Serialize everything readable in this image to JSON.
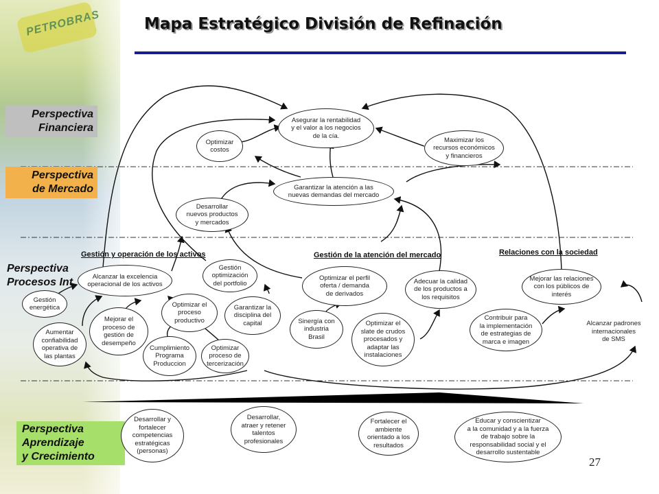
{
  "title": "Mapa Estratégico División de Refinación",
  "logo_text": "PETROBRAS",
  "page_number": "27",
  "perspectives": {
    "financiera": "Perspectiva\nFinanciera",
    "mercado": "Perspectiva\nde Mercado",
    "procesos": "Perspectiva\nProcesos Int",
    "aprendizaje": "Perspectiva\nAprendizaje\ny Crecimiento"
  },
  "sections": {
    "activos": "Gestión y operación de los activos",
    "mercado": "Gestión  de la atención del mercado",
    "sociedad": "Relaciones con  la sociedad"
  },
  "nodes": {
    "asegurar": "Asegurar la rentabilidad\ny el valor a los negocios\nde la cía.",
    "optimizar_costos": "Optimizar\ncostos",
    "maximizar": "Maximizar los\nrecursos económicos\ny financieros",
    "garantizar_atencion": "Garantizar la atención a las\nnuevas demandas del mercado",
    "desarrollar_productos": "Desarrollar\nnuevos productos\ny mercados",
    "excelencia": "Alcanzar la excelencia\noperacional de los activos",
    "portfolio": "Gestión\noptimización\ndel portfolio",
    "energetica": "Gestión\nenergética",
    "proceso_productivo": "Optimizar el\nproceso\nproductivo",
    "disciplina": "Garantizar la\ndisciplina del\ncapital",
    "confiabilidad": "Aumentar\nconfiabilidad\noperativa de\nlas plantas",
    "desempeno": "Mejorar el\nproceso de\ngestión de\ndesempeño",
    "cumplimiento": "Cumplimiento\nPrograma\nProduccion",
    "tercerizacion": "Optimizar\nproceso de\ntercerización",
    "perfil": "Optimizar el perfil\noferta / demanda\nde derivados",
    "calidad": "Adecuar la calidad\nde los productos a\nlos requisitos",
    "sinergia": "Sinergía con\nindustria\nBrasil",
    "slate": "Optimizar el\nslate de crudos\nprocesados y\nadaptar las\ninstalaciones",
    "relaciones": "Mejorar las relaciones\ncon los públicos de\ninterés",
    "contribuir": "Contribuir para\nla implementación\nde estrategias de\nmarca e imagen",
    "sms": "Alcanzar padrones\ninternacionales\nde SMS",
    "competencias": "Desarrollar y\nfortalecer\ncompetencias\nestratégicas\n(personas)",
    "talentos": "Desarrollar,\natraer y retener\ntalentos\nprofesionales",
    "ambiente": "Fortalecer el\nambiente\norientado a los\nresultados",
    "comunidad": "Educar y conscientizar\na la comunidad y a la fuerza\nde trabajo sobre la\nresponsabilidad social y el\ndesarrollo sustentable"
  },
  "colors": {
    "title_rule": "#1a1d8c",
    "financiera": "#bfbfbf",
    "mercado": "#f2b14a",
    "aprendizaje": "#a6e06a"
  }
}
